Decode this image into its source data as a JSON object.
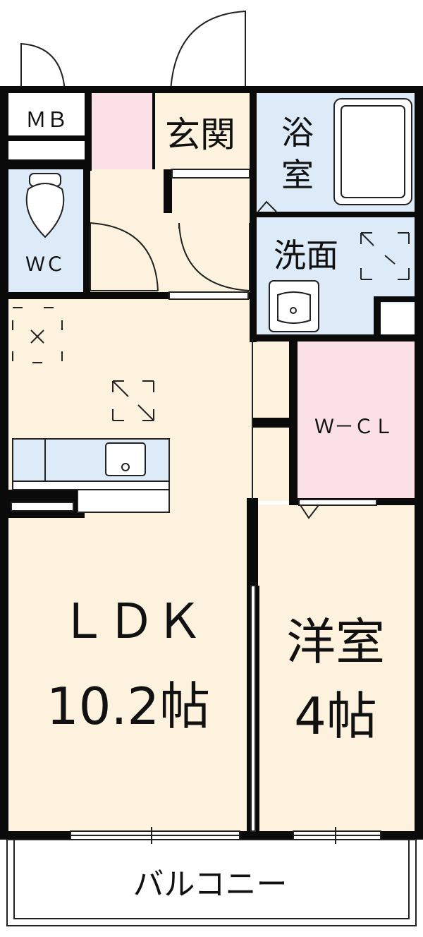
{
  "colors": {
    "living": "#fdf2dd",
    "wet": "#ddebf8",
    "closet": "#fbe1e7",
    "wall": "#0a0a0a",
    "fixture_stroke": "#222222"
  },
  "rooms": {
    "mb": "ＭＢ",
    "entrance": "玄関",
    "bath_line1": "浴",
    "bath_line2": "室",
    "wc": "ＷＣ",
    "washroom": "洗面",
    "walk_in_closet": "Ｗ－ＣＬ",
    "ldk_name": "ＬＤＫ",
    "ldk_size": "10.2帖",
    "western_name": "洋室",
    "western_size": "4帖",
    "balcony": "バルコニー"
  },
  "icons": [
    "toilet-icon",
    "bathtub-icon",
    "sink-icon",
    "ventilation-icon",
    "kitchen-sink-icon",
    "door-swing-icon"
  ]
}
